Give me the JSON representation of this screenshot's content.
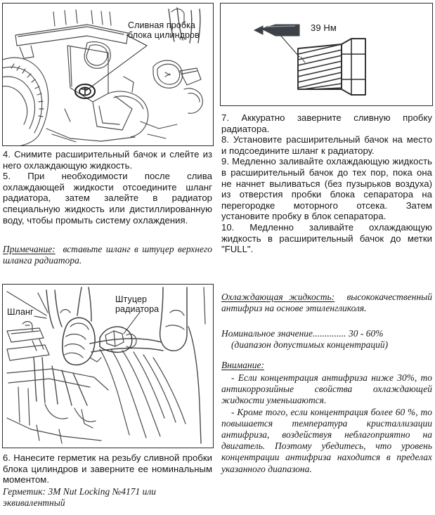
{
  "document": {
    "type": "scanned-service-manual-page",
    "language": "ru"
  },
  "figures": {
    "engine_drain_plug": {
      "name": "engine-block-drain-plug-photo",
      "label": "Сливная пробка\nблока цилиндров"
    },
    "torque_spec": {
      "name": "drain-plug-torque-diagram",
      "torque_label": "39 Нм"
    },
    "radiator_hose": {
      "name": "radiator-hose-spigot-photo",
      "label_hose": "Шланг",
      "label_spigot": "Штуцер\nрадиатора"
    }
  },
  "left_column": {
    "step_4": "4. Снимите расширительный бачок и слейте из него охлаждающую жидкость.",
    "step_5": "5. При необходимости после слива охлаждающей жидкости отсоедините шланг радиатора, затем залейте в радиатор специальную жидкость или дистиллированную воду, чтобы промыть систему охлаждения.",
    "note_heading": "Примечание:",
    "note_text": "вставьте шланг в штуцер верхнего шланга радиатора.",
    "step_6": "6. Нанесите герметик на резьбу сливной пробки блока цилиндров и заверните ее номинальным моментом.",
    "sealant_heading": "Герметик:",
    "sealant_text": "3M Nut Locking №4171 или эквивалентный"
  },
  "right_column": {
    "step_7": "7. Аккуратно заверните сливную пробку радиатора.",
    "step_8": "8. Установите расширительный бачок на место и подсоедините шланг к радиатору.",
    "step_9": "9. Медленно заливайте охлаждающую жидкость в расширительный бачок до тех пор, пока она не начнет выливаться (без пузырьков воздуха) из отверстия пробки блока сепаратора на перегородке моторного отсека. Затем установите пробку в блок сепаратора.",
    "step_10": "10. Медленно заливайте охлаждающую жидкость в расширительный бачок до метки \"FULL\".",
    "coolant_heading": "Охлаждающая жидкость:",
    "coolant_text": "высококачественный антифриз на основе этиленгликоля.",
    "nominal_label": "Номинальное значение",
    "nominal_dots": "..............",
    "nominal_value": "30 - 60%",
    "nominal_note": "(диапазон допустимых концентраций)",
    "warning_heading": "Внимание:",
    "warning_1": "- Если концентрация антифриза ниже 30%, то антикоррозийные свойства охлаждающей жидкости уменьшаются.",
    "warning_2": "- Кроме того, если концентрация более 60 %, то повышается температура кристаллизации антифриза, воздействуя неблагоприятно на двигатель. Поэтому убедитесь, что уровень концентрации антифриза находится в пределах указанного диапазона."
  },
  "colors": {
    "ink": "#161616",
    "border": "#2b2b2b",
    "line_art": "#3a3a3a",
    "arrow_fill": "#3d4248"
  }
}
